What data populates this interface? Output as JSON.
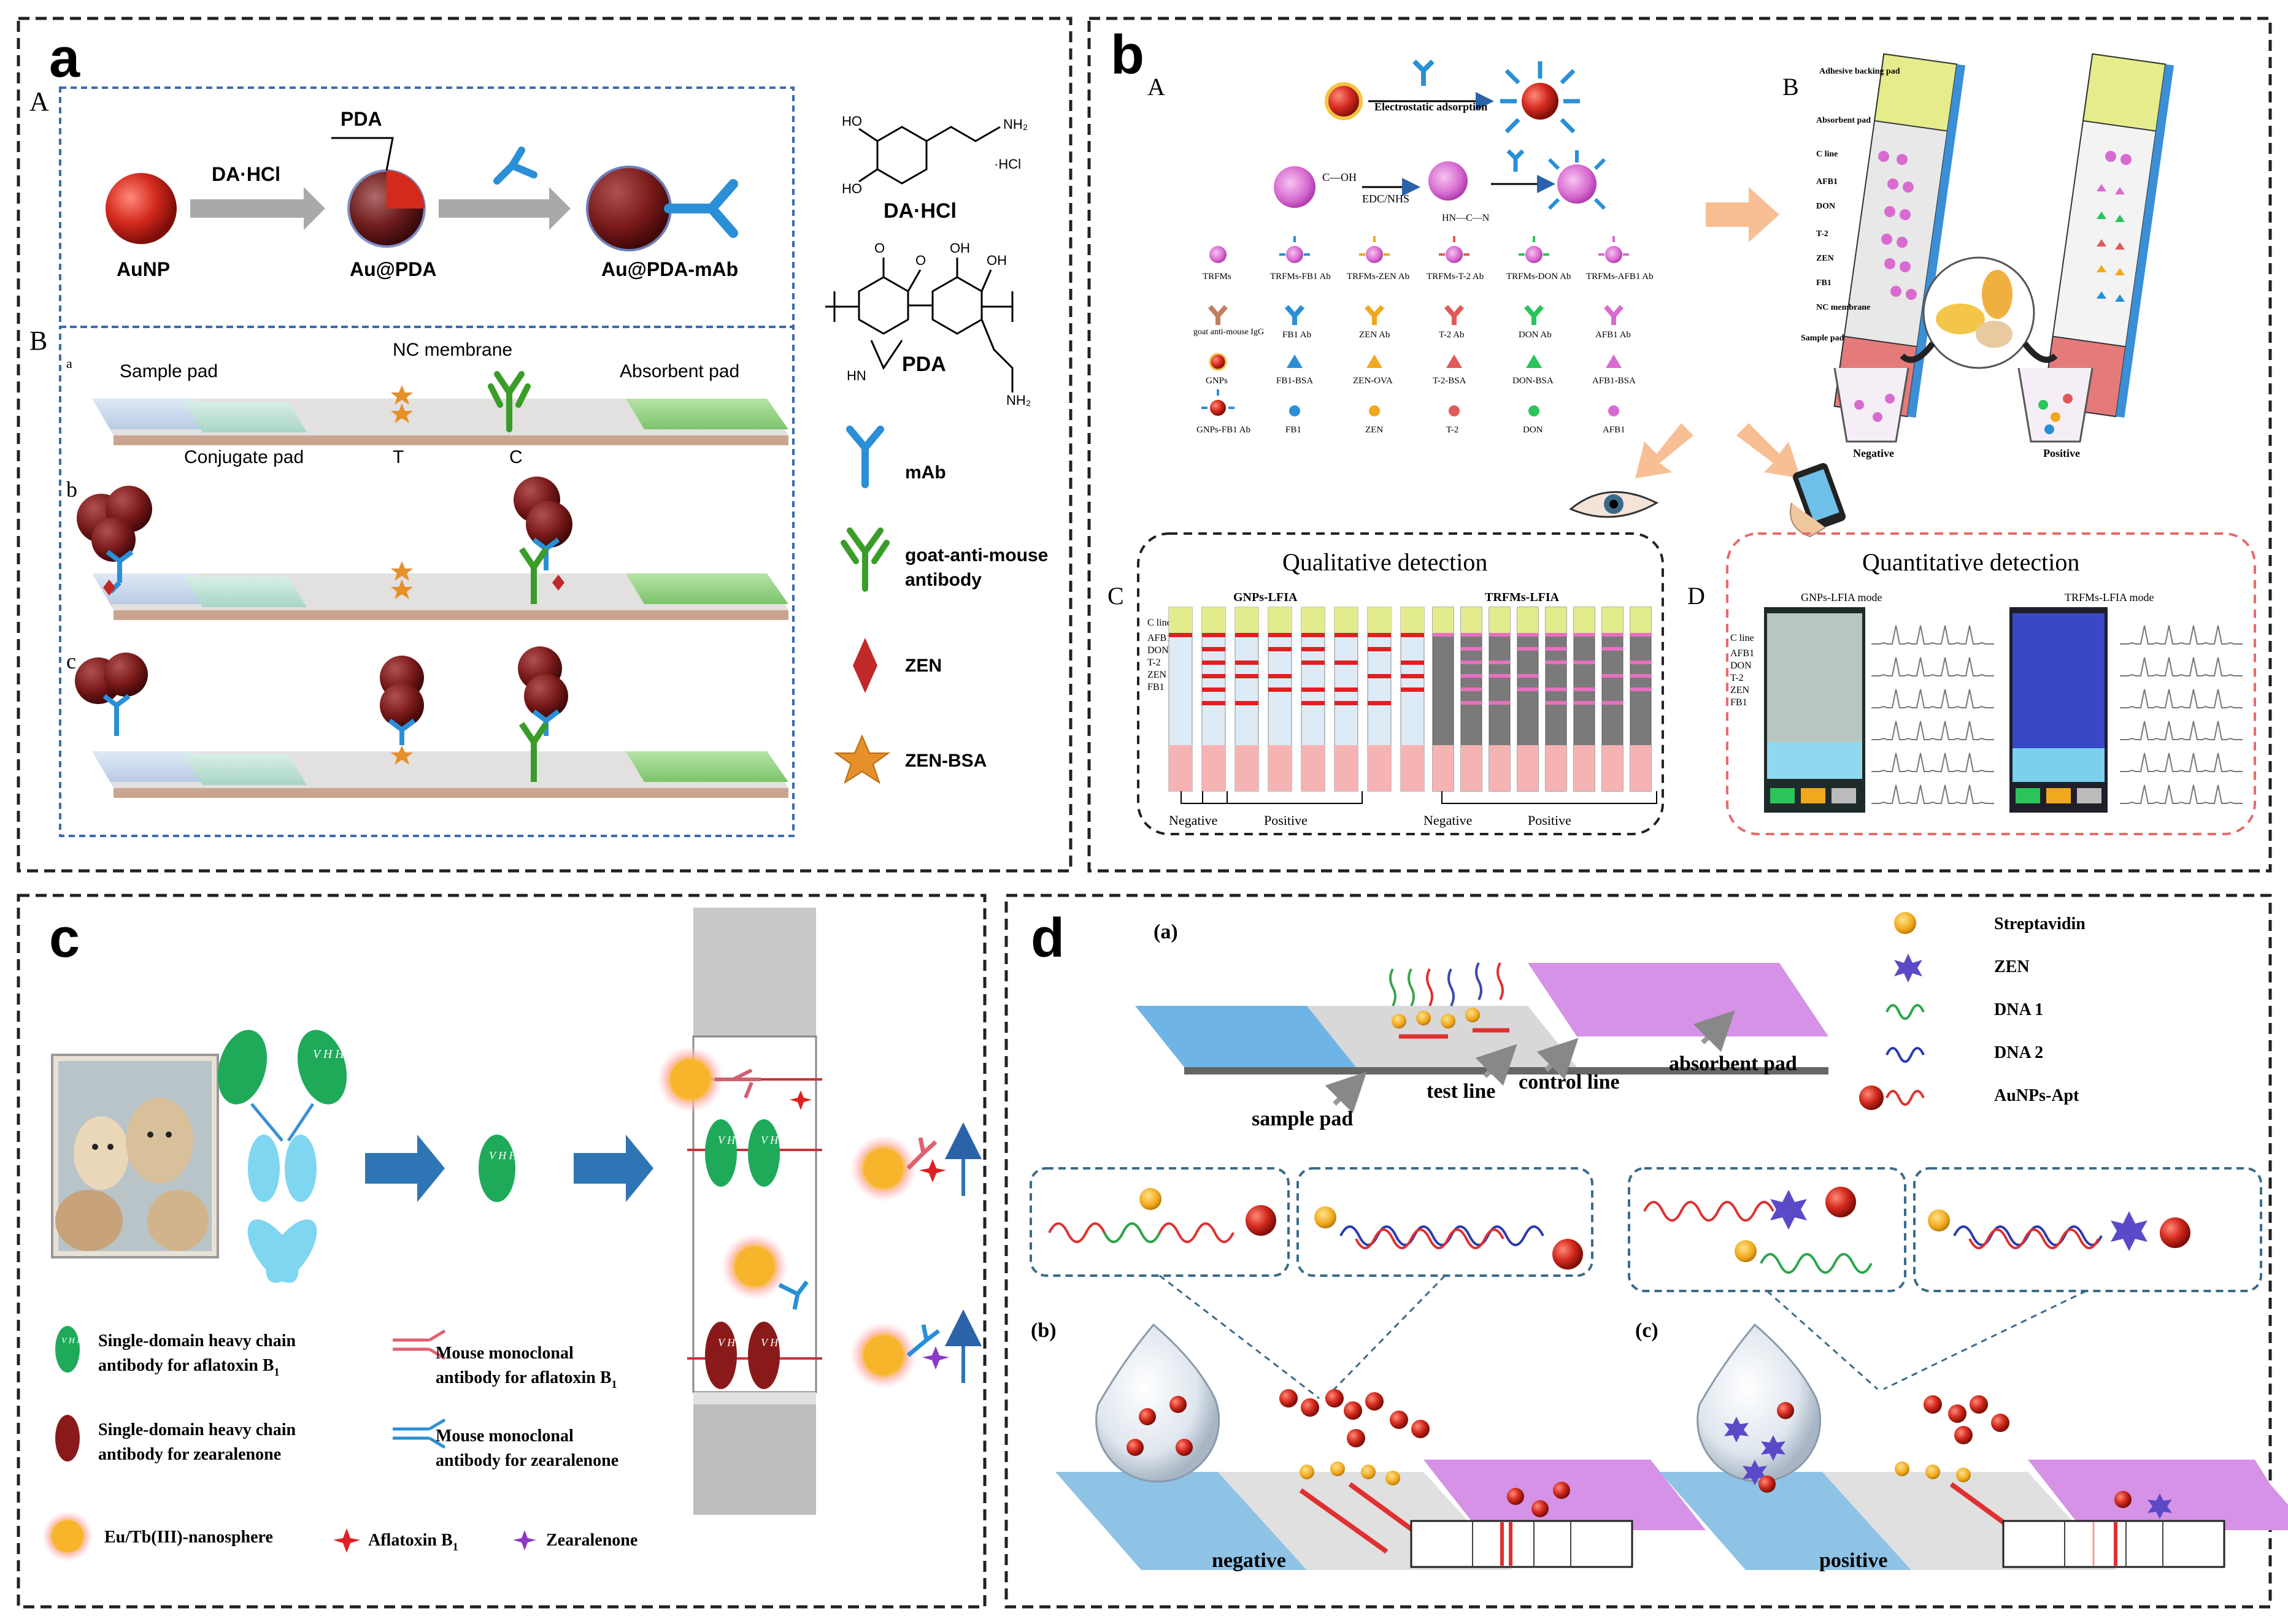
{
  "panel_a": {
    "letter": "a",
    "A": {
      "tag": "A",
      "aunp": "AuNP",
      "au_pda": "Au@PDA",
      "au_pda_mab": "Au@PDA-mAb",
      "dahcl_arrow": "DA·HCl",
      "pda_top": "PDA",
      "chem_dahcl": "DA·HCl",
      "chem_pda": "PDA",
      "chem_hcl": "·HCl",
      "chem_oh": "OH",
      "chem_ho": "HO",
      "chem_nh2": "NH₂",
      "chem_o": "O",
      "chem_hn": "HN"
    },
    "B": {
      "tag": "B",
      "sub_a": "a",
      "sub_b": "b",
      "sub_c": "c",
      "sample_pad": "Sample pad",
      "nc_membrane": "NC membrane",
      "absorbent_pad": "Absorbent pad",
      "conjugate_pad": "Conjugate pad",
      "t": "T",
      "c": "C"
    },
    "legend": {
      "mab": "mAb",
      "goat_line1": "goat-anti-mouse",
      "goat_line2": "antibody",
      "zen": "ZEN",
      "zen_bsa": "ZEN-BSA"
    }
  },
  "panel_b": {
    "letter": "b",
    "A_tag": "A",
    "B_tag": "B",
    "C_tag": "C",
    "D_tag": "D",
    "electrostatic": "Electrostatic adsorption",
    "edc": "EDC/NHS",
    "cooh": "C—OH",
    "hn": "HN—C—N",
    "legend_row1": [
      "TRFMs",
      "TRFMs-FB1 Ab",
      "TRFMs-ZEN Ab",
      "TRFMs-T-2 Ab",
      "TRFMs-DON Ab",
      "TRFMs-AFB1 Ab"
    ],
    "legend_row2": [
      "goat anti-mouse IgG",
      "FB1 Ab",
      "ZEN Ab",
      "T-2 Ab",
      "DON Ab",
      "AFB1 Ab"
    ],
    "legend_row3": [
      "GNPs",
      "FB1-BSA",
      "ZEN-OVA",
      "T-2-BSA",
      "DON-BSA",
      "AFB1-BSA"
    ],
    "legend_row4": [
      "GNPs-FB1 Ab",
      "FB1",
      "ZEN",
      "T-2",
      "DON",
      "AFB1"
    ],
    "strip_labels": [
      "Adhesive backing pad",
      "Absorbent pad",
      "C line",
      "AFB1",
      "DON",
      "T-2",
      "ZEN",
      "FB1",
      "NC membrane",
      "Sample pad"
    ],
    "negative": "Negative",
    "positive": "Positive",
    "qual_title": "Qualitative detection",
    "gnps_lfia": "GNPs-LFIA",
    "trfms_lfia": "TRFMs-LFIA",
    "qual_labels": [
      "C line",
      "AFB1",
      "DON",
      "T-2",
      "ZEN",
      "FB1"
    ],
    "qual_negative": "Negative",
    "qual_positive": "Positive",
    "quant_title": "Quantitative detection",
    "gnps_mode": "GNPs-LFIA mode",
    "trfms_mode": "TRFMs-LFIA mode",
    "quant_labels": [
      "C line",
      "AFB1",
      "DON",
      "T-2",
      "ZEN",
      "FB1"
    ]
  },
  "panel_c": {
    "letter": "c",
    "vhh": "V H H",
    "leg1_a": "Single-domain heavy chain",
    "leg1_b": "antibody for aflatoxin B",
    "leg1_sub": "1",
    "leg2_a": "Mouse monoclonal",
    "leg2_b": "antibody for aflatoxin B",
    "leg2_sub": "1",
    "leg3_a": "Single-domain heavy chain",
    "leg3_b": "antibody for zearalenone",
    "leg4_a": "Mouse monoclonal",
    "leg4_b": "antibody for zearalenone",
    "nano": "Eu/Tb(III)-nanosphere",
    "afla": "Aflatoxin B",
    "afla_sub": "1",
    "zear": "Zearalenone"
  },
  "panel_d": {
    "letter": "d",
    "sub_a": "(a)",
    "sub_b": "(b)",
    "sub_c": "(c)",
    "sample_pad": "sample pad",
    "test_line": "test line",
    "control_line": "control line",
    "absorbent_pad": "absorbent pad",
    "legend": [
      "Streptavidin",
      "ZEN",
      "DNA 1",
      "DNA 2",
      "AuNPs-Apt"
    ],
    "negative": "negative",
    "positive": "positive"
  },
  "colors": {
    "dashed_border": "#222222",
    "blue_dash": "#3a6bb0",
    "gold_np": "#c0392b",
    "mab_blue": "#2a8fd6",
    "goat_green": "#3a9d2a",
    "zen_red": "#c0282a",
    "star_orange": "#e6902a",
    "arrow_blue": "#2e75b6",
    "pink_pad": "#d98ad8",
    "blue_pad": "#8fc3e6",
    "orange_sphere": "#f7b52b"
  }
}
